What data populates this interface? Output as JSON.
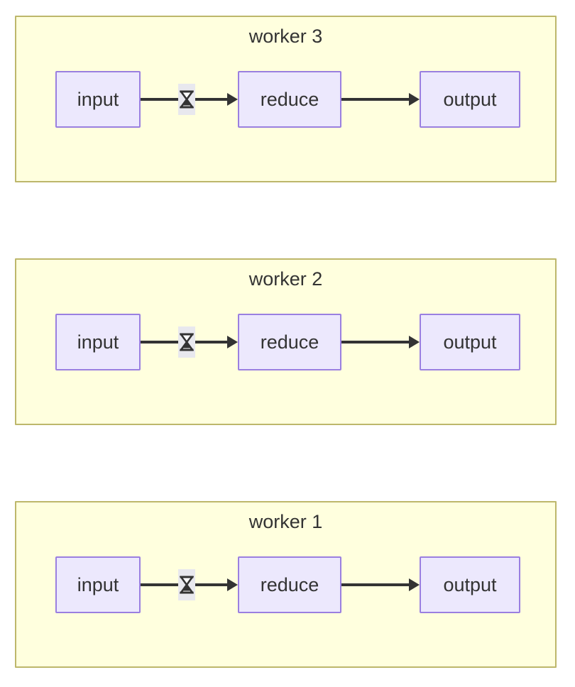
{
  "diagram": {
    "type": "flowchart",
    "background_color": "#ffffff",
    "panel_fill": "#ffffde",
    "panel_border": "#bdb76b",
    "node_fill": "#ece8fd",
    "node_border": "#9a7fe0",
    "edge_color": "#333333",
    "text_color": "#333333",
    "edge_label_background": "#e8e8ee",
    "panels": [
      {
        "title": "worker 3",
        "nodes": [
          {
            "label": "input",
            "name": "input"
          },
          {
            "label": "reduce",
            "name": "reduce"
          },
          {
            "label": "output",
            "name": "output"
          }
        ],
        "edges": [
          {
            "from": "input",
            "to": "reduce",
            "label_icon": "hourglass-icon",
            "label_glyph": "⧖"
          },
          {
            "from": "reduce",
            "to": "output",
            "label_icon": "",
            "label_glyph": ""
          }
        ]
      },
      {
        "title": "worker 2",
        "nodes": [
          {
            "label": "input",
            "name": "input"
          },
          {
            "label": "reduce",
            "name": "reduce"
          },
          {
            "label": "output",
            "name": "output"
          }
        ],
        "edges": [
          {
            "from": "input",
            "to": "reduce",
            "label_icon": "hourglass-icon",
            "label_glyph": "⧖"
          },
          {
            "from": "reduce",
            "to": "output",
            "label_icon": "",
            "label_glyph": ""
          }
        ]
      },
      {
        "title": "worker 1",
        "nodes": [
          {
            "label": "input",
            "name": "input"
          },
          {
            "label": "reduce",
            "name": "reduce"
          },
          {
            "label": "output",
            "name": "output"
          }
        ],
        "edges": [
          {
            "from": "input",
            "to": "reduce",
            "label_icon": "hourglass-icon",
            "label_glyph": "⧖"
          },
          {
            "from": "reduce",
            "to": "output",
            "label_icon": "",
            "label_glyph": ""
          }
        ]
      }
    ]
  }
}
